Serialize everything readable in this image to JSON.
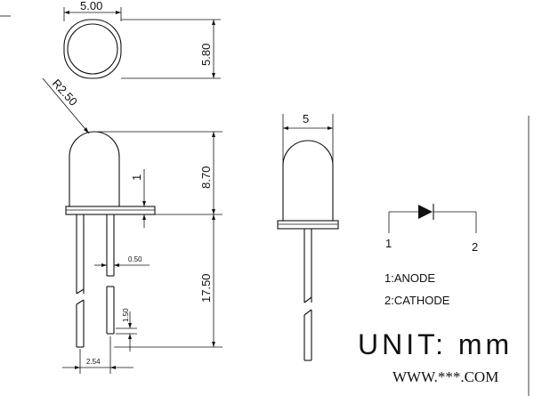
{
  "dimensions": {
    "top_width": "5.00",
    "top_height": "5.80",
    "radius": "R2.50",
    "dome_height": "8.70",
    "flange": "1",
    "lead_width": "0.50",
    "lead_length": "17.50",
    "gap": "1.50",
    "pitch": "2.54",
    "side_width": "5"
  },
  "schematic": {
    "pin1": "1",
    "pin2": "2",
    "anode": "1:ANODE",
    "cathode": "2:CATHODE"
  },
  "unit_label": "UNIT: mm",
  "website": "WWW.***.COM"
}
